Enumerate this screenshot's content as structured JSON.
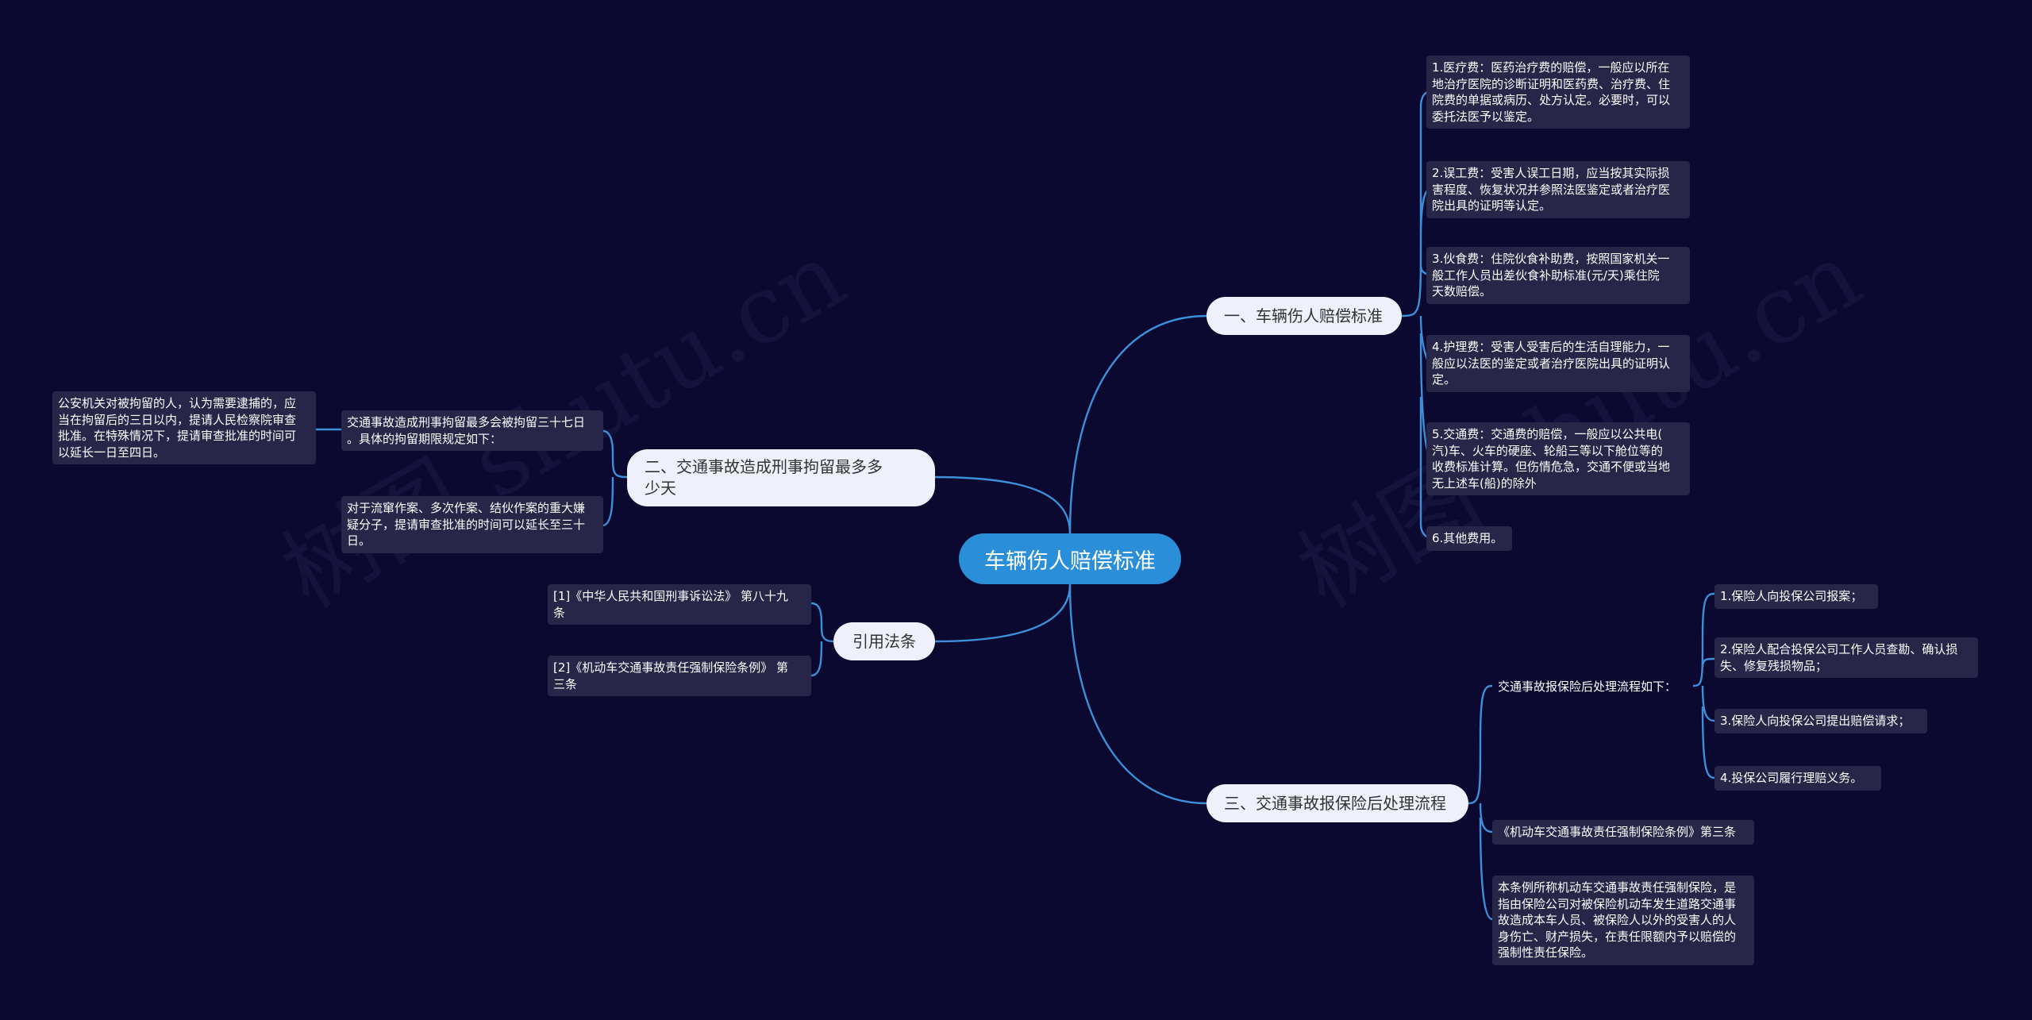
{
  "root": {
    "label": "车辆伤人赔偿标准"
  },
  "watermark": "树图 shutu.cn",
  "b1": {
    "label": "一、车辆伤人赔偿标准",
    "items": [
      "1.医疗费：医药治疗费的赔偿，一般应以所在\n地治疗医院的诊断证明和医药费、治疗费、住\n院费的单据或病历、处方认定。必要时，可以\n委托法医予以鉴定。",
      "2.误工费：受害人误工日期，应当按其实际损\n害程度、恢复状况并参照法医鉴定或者治疗医\n院出具的证明等认定。",
      "3.伙食费：住院伙食补助费，按照国家机关一\n般工作人员出差伙食补助标准(元/天)乘住院\n天数赔偿。",
      "4.护理费：受害人受害后的生活自理能力，一\n般应以法医的鉴定或者治疗医院出具的证明认\n定。",
      "5.交通费：交通费的赔偿，一般应以公共电(\n汽)车、火车的硬座、轮船三等以下舱位等的\n收费标准计算。但伤情危急，交通不便或当地\n无上述车(船)的除外",
      "6.其他费用。"
    ]
  },
  "b2": {
    "label": "二、交通事故造成刑事拘留最多多\n少天",
    "items": [
      "交通事故造成刑事拘留最多会被拘留三十七日\n。具体的拘留期限规定如下：",
      "对于流窜作案、多次作案、结伙作案的重大嫌\n疑分子，提请审查批准的时间可以延长至三十\n日。"
    ],
    "sub": "公安机关对被拘留的人，认为需要逮捕的，应\n当在拘留后的三日以内，提请人民检察院审查\n批准。在特殊情况下，提请审查批准的时间可\n以延长一日至四日。"
  },
  "b3": {
    "label": "引用法条",
    "items": [
      "[1]《中华人民共和国刑事诉讼法》 第八十九\n条",
      "[2]《机动车交通事故责任强制保险条例》 第\n三条"
    ]
  },
  "b4": {
    "label": "三、交通事故报保险后处理流程",
    "items": [
      "交通事故报保险后处理流程如下：",
      "《机动车交通事故责任强制保险条例》第三条",
      "本条例所称机动车交通事故责任强制保险，是\n指由保险公司对被保险机动车发生道路交通事\n故造成本车人员、被保险人以外的受害人的人\n身伤亡、财产损失，在责任限额内予以赔偿的\n强制性责任保险。"
    ],
    "steps": [
      "1.保险人向投保公司报案；",
      "2.保险人配合投保公司工作人员查勘、确认损\n失、修复残损物品；",
      "3.保险人向投保公司提出赔偿请求；",
      "4.投保公司履行理赔义务。"
    ]
  }
}
